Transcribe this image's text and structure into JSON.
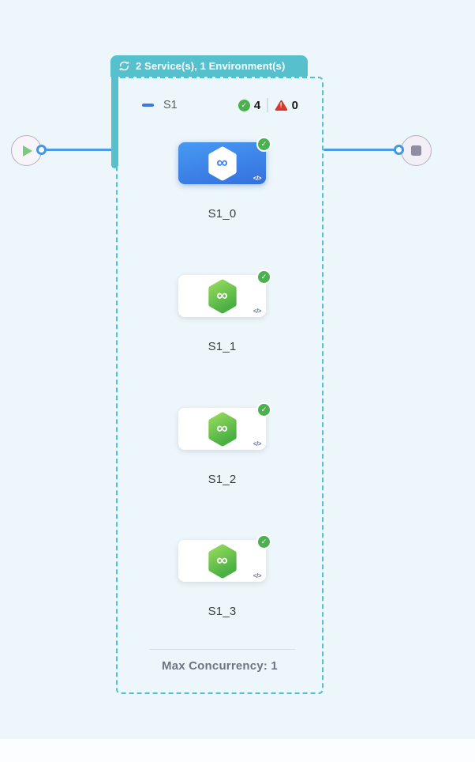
{
  "badge": {
    "label": "2 Service(s), 1 Environment(s)"
  },
  "stage": {
    "title": "S1",
    "success_count": "4",
    "error_count": "0",
    "steps": [
      {
        "label": "S1_0",
        "status": "success",
        "selected": true
      },
      {
        "label": "S1_1",
        "status": "success",
        "selected": false
      },
      {
        "label": "S1_2",
        "status": "success",
        "selected": false
      },
      {
        "label": "S1_3",
        "status": "success",
        "selected": false
      }
    ],
    "footer_label": "Max Concurrency: 1"
  },
  "icons": {
    "loop": "loop-arrows",
    "infinity": "∞",
    "check": "✓",
    "warning": "!",
    "code": "</>"
  },
  "colors": {
    "background": "#edf6fa",
    "teal_accent": "#56c0cd",
    "dashed_border": "#4dc2d4",
    "link_blue": "#4b9be5",
    "selected_card_blue": "#3c7fe8",
    "success_green": "#4caf50",
    "error_red": "#da382c",
    "hex_green_top": "#94da5d",
    "hex_green_bottom": "#4bb043"
  }
}
